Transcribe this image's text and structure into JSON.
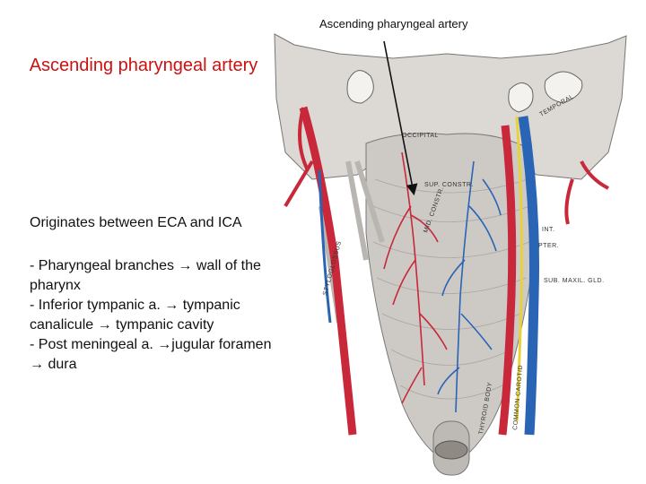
{
  "slide": {
    "caption": "Ascending pharyngeal artery",
    "title": "Ascending pharyngeal artery",
    "origin_text": "Originates between ECA and ICA",
    "branches": [
      "- Pharyngeal branches → wall of the pharynx",
      "- Inferior tympanic a. → tympanic canalicule → tympanic cavity",
      "- Post meningeal a. →jugular foramen → dura"
    ]
  },
  "figure": {
    "labels": {
      "occipital": "OCCIPITAL",
      "temporal": "TEMPORAL",
      "sup_constr": "SUP. CONSTR.",
      "mid_constr": "MID. CONSTR.",
      "int": "INT.",
      "pter": "PTER.",
      "sub_maxil_gld": "SUB. MAXIL. GLD.",
      "common_carotid": "COMMON CAROTID",
      "styloglossus": "STYLOGLOSSUS",
      "thyroid_body": "THYROID BODY"
    },
    "colors": {
      "artery": "#c8283a",
      "vein": "#2a64b4",
      "nerve": "#e8d23a",
      "muscle": "#c9c6c2",
      "bone": "#dedbd6"
    }
  }
}
